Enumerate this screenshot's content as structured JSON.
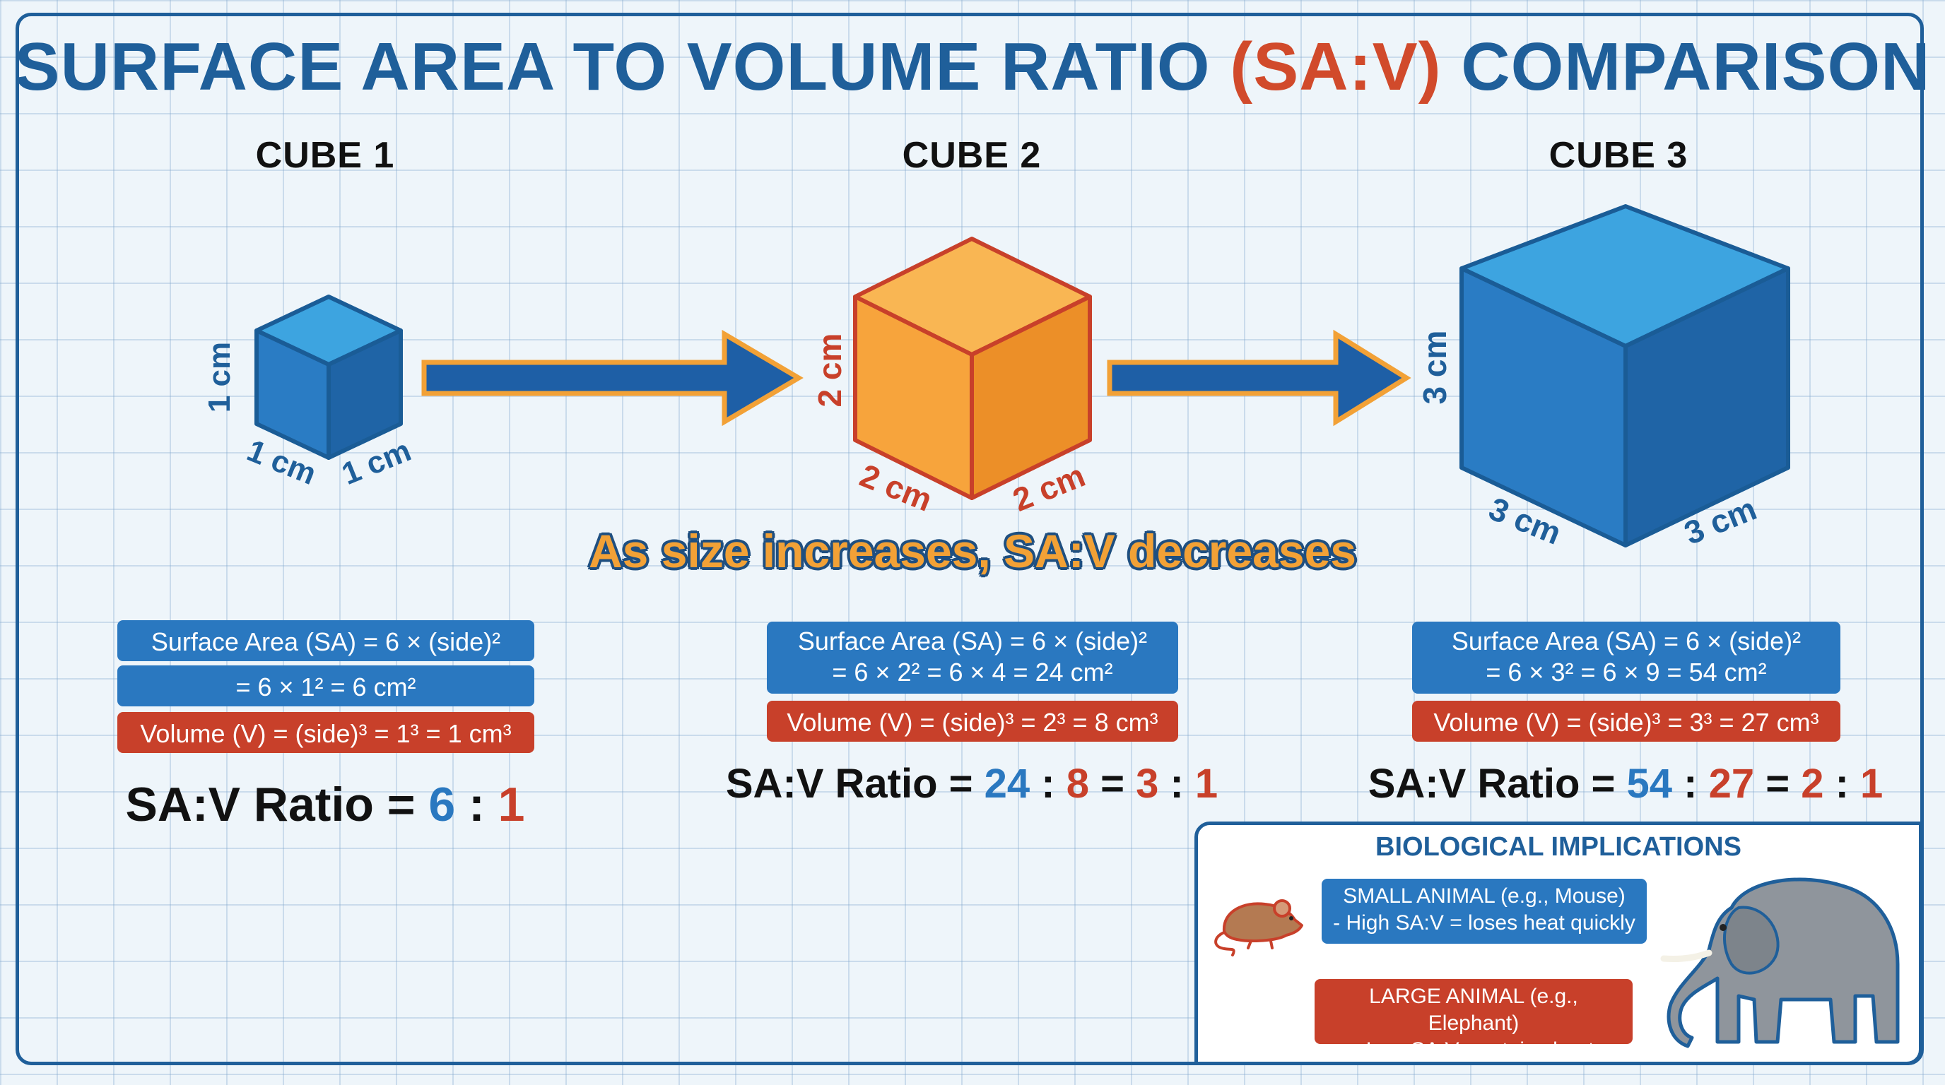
{
  "title": {
    "main_before": "SURFACE AREA TO VOLUME RATIO ",
    "main_accent": "(SA:V)",
    "main_after": " COMPARISON"
  },
  "colors": {
    "blue": "#2a78c0",
    "red": "#c8402a",
    "orange": "#f2a136",
    "navy": "#1f5f9a"
  },
  "cubes": [
    {
      "heading": "CUBE 1",
      "side_label": "1 cm",
      "sa_line1": "Surface Area (SA) = 6 × (side)²",
      "sa_line2": "= 6 × 1² = 6 cm²",
      "volume": "Volume (V) = (side)³ = 1³ = 1 cm³",
      "ratio_prefix": "SA:V Ratio = ",
      "ratio_a": "6",
      "ratio_sep": " : ",
      "ratio_b": "1"
    },
    {
      "heading": "CUBE 2",
      "side_label": "2 cm",
      "sa_line1": "Surface Area (SA) = 6 × (side)²",
      "sa_line2": "= 6 × 2² = 6 × 4 = 24 cm²",
      "volume": "Volume (V) = (side)³ = 2³ = 8 cm³",
      "ratio_prefix": "SA:V Ratio = ",
      "ratio_a": "24",
      "ratio_sep": " : ",
      "ratio_b": "8",
      "ratio_eq": " = ",
      "ratio_c": "3",
      "ratio_sep2": " : ",
      "ratio_d": "1"
    },
    {
      "heading": "CUBE 3",
      "side_label": "3 cm",
      "sa_line1": "Surface Area (SA) = 6 × (side)²",
      "sa_line2": "= 6 × 3² = 6 × 9 = 54 cm²",
      "volume": "Volume (V) = (side)³ = 3³ = 27 cm³",
      "ratio_prefix": "SA:V Ratio = ",
      "ratio_a": "54",
      "ratio_sep": " : ",
      "ratio_b": "27",
      "ratio_eq": " = ",
      "ratio_c": "2",
      "ratio_sep2": " : ",
      "ratio_d": "1"
    }
  ],
  "tagline": "As size increases, SA:V decreases",
  "biology": {
    "title": "BIOLOGICAL IMPLICATIONS",
    "small": "SMALL ANIMAL (e.g., Mouse)\n- High SA:V = loses heat quickly",
    "large": "LARGE ANIMAL (e.g., Elephant)\n- Low SA:V = retains heat",
    "icons": [
      "mouse-icon",
      "elephant-icon"
    ]
  }
}
